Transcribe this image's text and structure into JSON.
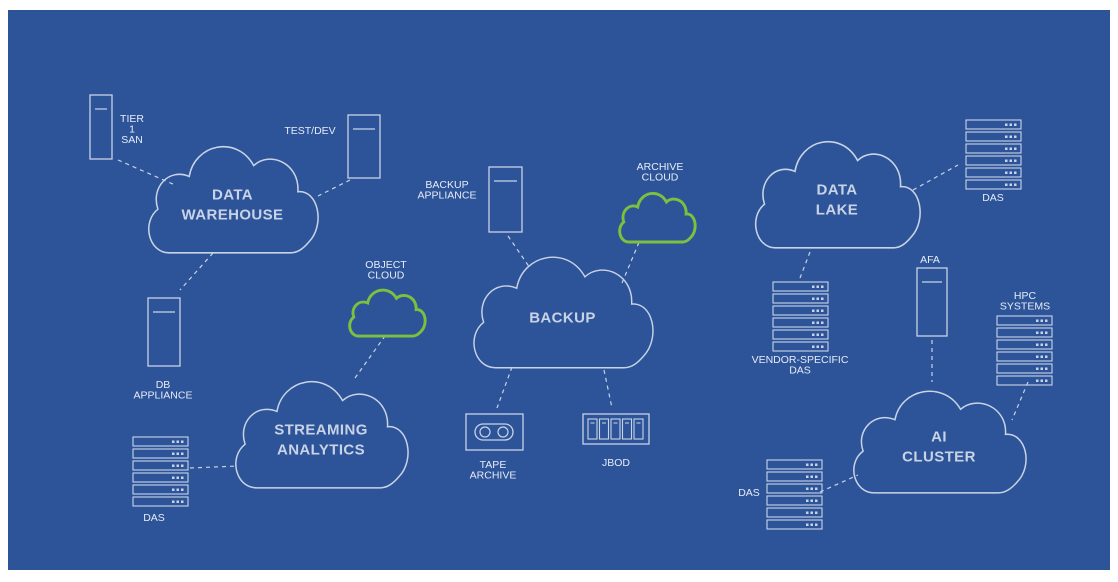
{
  "background": {
    "color": "#2d5499",
    "frame": "#ffffff"
  },
  "colors": {
    "line": "#c9d3e6",
    "green": "#7fbf3f",
    "text": "#e6ecf6"
  },
  "clouds": {
    "data_warehouse": [
      "DATA",
      "WAREHOUSE"
    ],
    "backup": [
      "BACKUP"
    ],
    "data_lake": [
      "DATA",
      "LAKE"
    ],
    "streaming_analytics": [
      "STREAMING",
      "ANALYTICS"
    ],
    "ai_cluster": [
      "AI",
      "CLUSTER"
    ]
  },
  "labels": {
    "tier1_san": [
      "TIER",
      "1",
      "SAN"
    ],
    "test_dev": [
      "TEST/DEV"
    ],
    "db_appliance": [
      "DB",
      "APPLIANCE"
    ],
    "das_left": [
      "DAS"
    ],
    "object_cloud": [
      "OBJECT",
      "CLOUD"
    ],
    "backup_appliance": [
      "BACKUP",
      "APPLIANCE"
    ],
    "archive_cloud": [
      "ARCHIVE",
      "CLOUD"
    ],
    "tape_archive": [
      "TAPE",
      "ARCHIVE"
    ],
    "jbod": [
      "JBOD"
    ],
    "das_top_right": [
      "DAS"
    ],
    "vendor_specific_das": [
      "VENDOR-SPECIFIC",
      "DAS"
    ],
    "afa": [
      "AFA"
    ],
    "hpc_systems": [
      "HPC",
      "SYSTEMS"
    ],
    "das_bottom_right": [
      "DAS"
    ]
  },
  "icons": [
    "tower-server-icon",
    "rack-server-icon",
    "cloud-icon",
    "tape-cassette-icon",
    "jbod-drive-icon"
  ]
}
